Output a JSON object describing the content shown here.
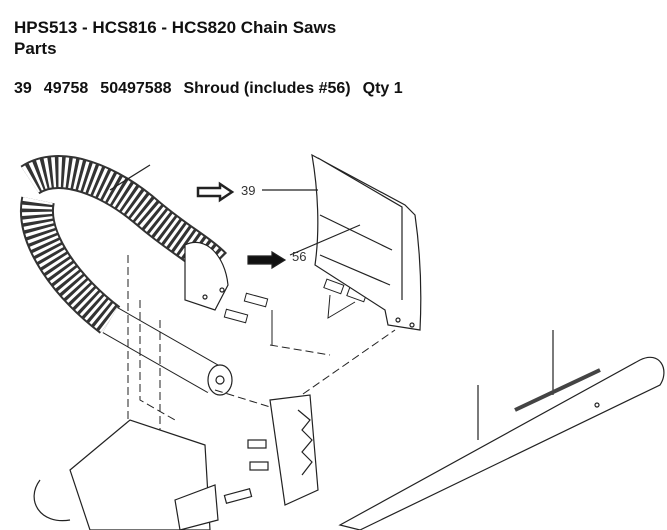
{
  "header": {
    "title_line1": "HPS513 - HCS816 - HCS820 Chain Saws",
    "title_line2": "Parts"
  },
  "part": {
    "ref": "39",
    "item_no": "49758",
    "part_no": "50497588",
    "description": "Shroud (includes #56)",
    "qty": "Qty 1"
  },
  "diagram": {
    "callouts": [
      {
        "label": "39",
        "highlight": "outline-arrow"
      },
      {
        "label": "56",
        "highlight": "filled-arrow"
      }
    ]
  }
}
